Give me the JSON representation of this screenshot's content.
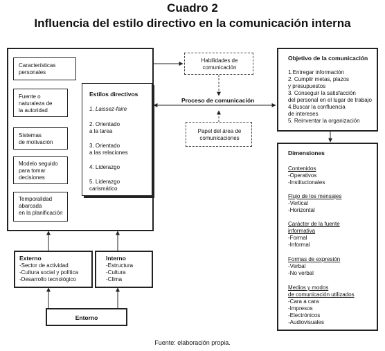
{
  "title_line1": "Cuadro 2",
  "title_line2": "Influencia del estilo directivo en la comunicación interna",
  "factors": [
    [
      "Características",
      "personales"
    ],
    [
      "Fuente o",
      "naturaleza de",
      "la autoridad"
    ],
    [
      "Sistemas",
      "de motivación"
    ],
    [
      "Modelo seguido",
      "para tomar",
      "decisiones"
    ],
    [
      "Temporalidad",
      "abarcada",
      "en la planificación"
    ]
  ],
  "estilos": {
    "title": "Estilos directivos",
    "items": [
      [
        "1. Laissez-faire"
      ],
      [
        "2. Orientado",
        "a la tarea"
      ],
      [
        "3. Orientado",
        "a las relaciones"
      ],
      [
        "4. Liderazgo"
      ],
      [
        "5. Liderazgo",
        "carismático"
      ]
    ]
  },
  "habilidades": [
    "Habilidades de",
    "comunicación"
  ],
  "proceso": "Proceso de comunicación",
  "papel": [
    "Papel del área de",
    "comunicaciones"
  ],
  "objetivo": {
    "title": "Objetivo de la comunicación",
    "lines": [
      "1.Entregar información",
      "2. Cumplir metas, plazos",
      "y presupuestos",
      "3. Conseguir la satisfacción",
      "del personal en el lugar de trabajo",
      "4.Buscar la confluencia",
      "de intereses",
      "5. Reinventar la organización"
    ]
  },
  "dimensiones": {
    "title": "Dimensiones",
    "groups": [
      {
        "heading": [
          "Contenidos"
        ],
        "items": [
          "-Operativos",
          "-Institucionales"
        ]
      },
      {
        "heading": [
          "Flujo de los mensajes"
        ],
        "items": [
          "-Vertical",
          "-Horizontal"
        ]
      },
      {
        "heading": [
          "Carácter de la fuente",
          "informativa"
        ],
        "items": [
          "-Formal",
          "-Informal"
        ]
      },
      {
        "heading": [
          "Formas de expresión"
        ],
        "items": [
          "-Verbal",
          "-No verbal"
        ]
      },
      {
        "heading": [
          "Medios y modos",
          "de comunicación utilizados"
        ],
        "items": [
          "-Cara a cara",
          "-Impresos",
          "-Electrónicos",
          "-Audiovisuales"
        ]
      }
    ]
  },
  "externo": {
    "title": "Externo",
    "items": [
      "-Sector de actividad",
      "-Cultura social y política",
      "-Desarrollo tecnológico"
    ]
  },
  "interno": {
    "title": "Interno",
    "items": [
      "-Estructura",
      "-Cultura",
      "-Clima"
    ]
  },
  "entorno": "Entorno",
  "footer": "Fuente: elaboración propia."
}
